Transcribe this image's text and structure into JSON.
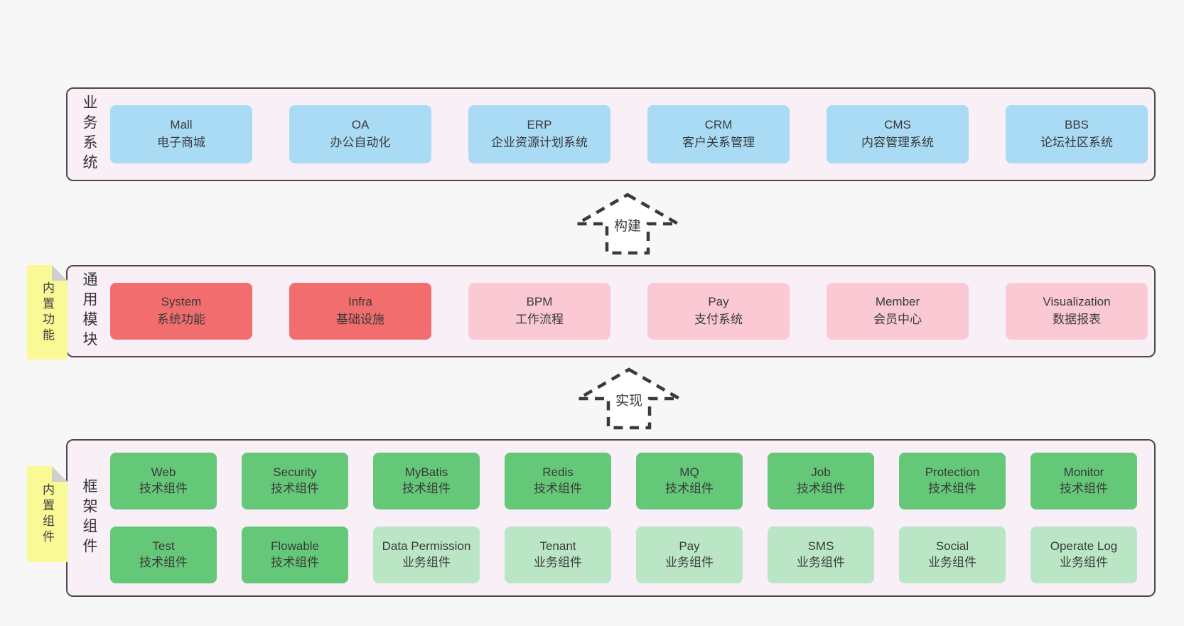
{
  "colors": {
    "page_bg": "#f7f7f7",
    "band_bg": "#f9eff7",
    "band_border": "#4a4a4a",
    "blue_box": "#a9dbf5",
    "red_box": "#f16d6e",
    "pink_box": "#fbc9d4",
    "green_box": "#64c878",
    "light_green_box": "#bbe6c6",
    "sticky_yellow": "#f9f996",
    "sticky_fold": "#cfcfcf",
    "text": "#3a3a3a"
  },
  "bands": [
    {
      "label": "业务系统",
      "boxes": [
        {
          "name": "Mall",
          "desc": "电子商城"
        },
        {
          "name": "OA",
          "desc": "办公自动化"
        },
        {
          "name": "ERP",
          "desc": "企业资源计划系统"
        },
        {
          "name": "CRM",
          "desc": "客户关系管理"
        },
        {
          "name": "CMS",
          "desc": "内容管理系统"
        },
        {
          "name": "BBS",
          "desc": "论坛社区系统"
        }
      ]
    },
    {
      "label": "通用模块",
      "sticky": "内置功能",
      "boxes": [
        {
          "name": "System",
          "desc": "系统功能"
        },
        {
          "name": "Infra",
          "desc": "基础设施"
        },
        {
          "name": "BPM",
          "desc": "工作流程"
        },
        {
          "name": "Pay",
          "desc": "支付系统"
        },
        {
          "name": "Member",
          "desc": "会员中心"
        },
        {
          "name": "Visualization",
          "desc": "数据报表"
        }
      ]
    },
    {
      "label": "框架组件",
      "sticky": "内置组件",
      "rows": [
        [
          {
            "name": "Web",
            "desc": "技术组件"
          },
          {
            "name": "Security",
            "desc": "技术组件"
          },
          {
            "name": "MyBatis",
            "desc": "技术组件"
          },
          {
            "name": "Redis",
            "desc": "技术组件"
          },
          {
            "name": "MQ",
            "desc": "技术组件"
          },
          {
            "name": "Job",
            "desc": "技术组件"
          },
          {
            "name": "Protection",
            "desc": "技术组件"
          },
          {
            "name": "Monitor",
            "desc": "技术组件"
          }
        ],
        [
          {
            "name": "Test",
            "desc": "技术组件"
          },
          {
            "name": "Flowable",
            "desc": "技术组件"
          },
          {
            "name": "Data Permission",
            "desc": "业务组件"
          },
          {
            "name": "Tenant",
            "desc": "业务组件"
          },
          {
            "name": "Pay",
            "desc": "业务组件"
          },
          {
            "name": "SMS",
            "desc": "业务组件"
          },
          {
            "name": "Social",
            "desc": "业务组件"
          },
          {
            "name": "Operate Log",
            "desc": "业务组件"
          }
        ]
      ]
    }
  ],
  "arrows": [
    {
      "label": "构建"
    },
    {
      "label": "实现"
    }
  ]
}
